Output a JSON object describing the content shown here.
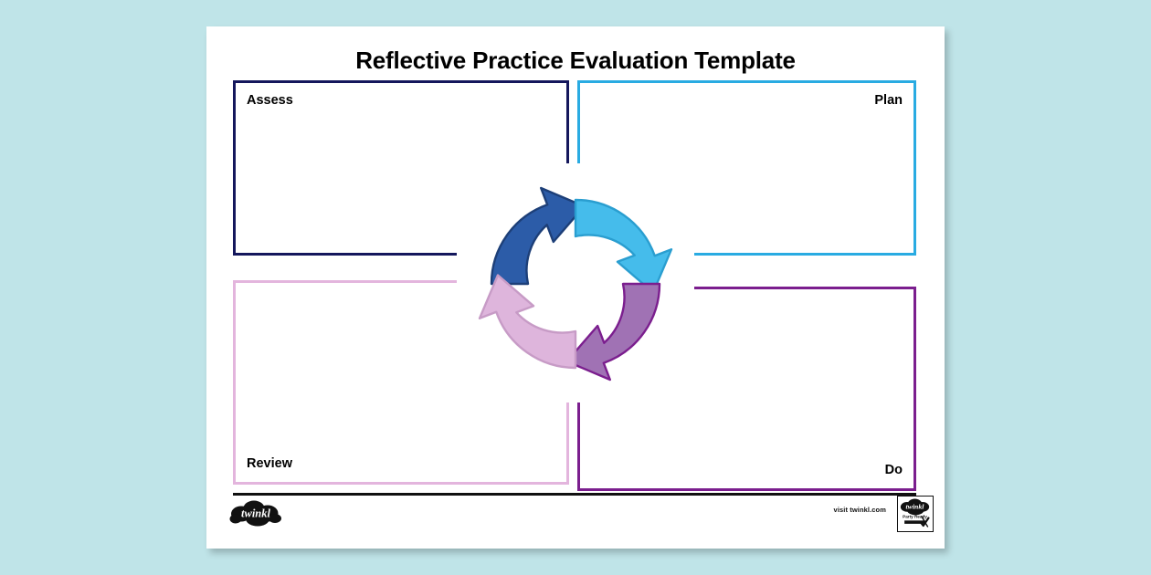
{
  "background_color": "#bfe4e8",
  "page": {
    "background_color": "#ffffff",
    "title": "Reflective Practice Evaluation Template"
  },
  "quadrants": [
    {
      "key": "assess",
      "label": "Assess",
      "border_color": "#14175c",
      "label_position": "top-left"
    },
    {
      "key": "plan",
      "label": "Plan",
      "border_color": "#29abe2",
      "label_position": "top-right"
    },
    {
      "key": "review",
      "label": "Review",
      "border_color": "#e3b5dd",
      "label_position": "bottom-left"
    },
    {
      "key": "do",
      "label": "Do",
      "border_color": "#7b1e8e",
      "label_position": "bottom-right"
    }
  ],
  "cycle_diagram": {
    "name": "four-arrow-cycle",
    "direction": "clockwise",
    "segments": [
      {
        "name": "assess-arrow",
        "position": "top-left",
        "fill": "#2c5ca8",
        "stroke": "#1d3f78"
      },
      {
        "name": "plan-arrow",
        "position": "top-right",
        "fill": "#45bceb",
        "stroke": "#2a9ed0"
      },
      {
        "name": "do-arrow",
        "position": "bottom-right",
        "fill": "#a072b4",
        "stroke": "#7b1e8e"
      },
      {
        "name": "review-arrow",
        "position": "bottom-left",
        "fill": "#deb5dc",
        "stroke": "#c79bc6"
      }
    ]
  },
  "footer": {
    "logo_text": "twinkl",
    "visit_text": "visit twinkl.com",
    "badge": {
      "logo_text": "twinkl",
      "line1": "Party Ready",
      "line2": "Approved"
    }
  }
}
